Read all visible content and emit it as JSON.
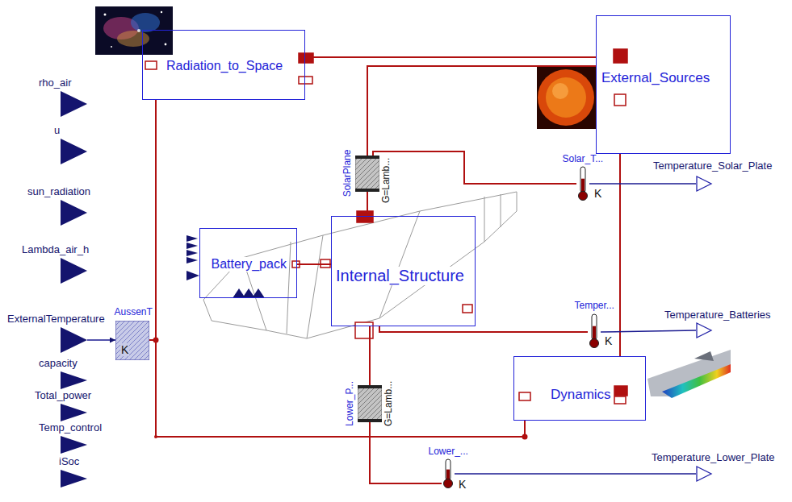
{
  "diagram": {
    "nodes": [
      {
        "text": [
          "Radiation_to_Space"
        ]
      },
      {
        "text": [
          "External_Sources"
        ]
      },
      {
        "text": [
          "SolarPlane",
          "G=Lamb..."
        ]
      },
      {
        "text": [
          "Battery_pack"
        ]
      },
      {
        "text": [
          "Internal_Structure"
        ]
      },
      {
        "text": [
          "Dynamics"
        ]
      },
      {
        "text": [
          "Lower_P...",
          "G=Lamb..."
        ]
      },
      {
        "text": [
          "AussenT",
          "K"
        ]
      },
      {
        "text": [
          "Solar_T...",
          "K"
        ]
      },
      {
        "text": [
          "Temper...",
          "K"
        ]
      },
      {
        "text": [
          "Lower_...",
          "K"
        ]
      },
      {
        "text": [
          "Temperature_Solar_Plate"
        ]
      },
      {
        "text": [
          "Temperature_Batteries"
        ]
      },
      {
        "text": [
          "Temperature_Lower_Plate"
        ]
      },
      {
        "text": [
          "rho_air"
        ]
      },
      {
        "text": [
          "u"
        ]
      },
      {
        "text": [
          "sun_radiation"
        ]
      },
      {
        "text": [
          "Lambda_air_h"
        ]
      },
      {
        "text": [
          "ExternalTemperature"
        ]
      },
      {
        "text": [
          "capacity"
        ]
      },
      {
        "text": [
          "Total_power"
        ]
      },
      {
        "text": [
          "Temp_control"
        ]
      },
      {
        "text": [
          "iSoc"
        ]
      }
    ],
    "edges": [
      {
        "from": 0,
        "to": 1,
        "arrow": "none"
      },
      {
        "from": 2,
        "to": 1,
        "arrow": "none"
      },
      {
        "from": 2,
        "to": 8,
        "arrow": "none"
      },
      {
        "from": 2,
        "to": 4,
        "arrow": "none"
      },
      {
        "from": 3,
        "to": 4,
        "arrow": "none"
      },
      {
        "from": 4,
        "to": 9,
        "arrow": "none"
      },
      {
        "from": 4,
        "to": 6,
        "arrow": "none"
      },
      {
        "from": 6,
        "to": 10,
        "arrow": "none"
      },
      {
        "from": 7,
        "to": 0,
        "arrow": "none"
      },
      {
        "from": 7,
        "to": 5,
        "arrow": "none"
      },
      {
        "from": 0,
        "to": 5,
        "arrow": "none"
      },
      {
        "from": 1,
        "to": 5,
        "arrow": "none"
      },
      {
        "from": 8,
        "to": 11,
        "arrow": "none"
      },
      {
        "from": 9,
        "to": 12,
        "arrow": "none"
      },
      {
        "from": 10,
        "to": 13,
        "arrow": "none"
      },
      {
        "from": 18,
        "to": 7,
        "arrow": "to"
      }
    ]
  }
}
